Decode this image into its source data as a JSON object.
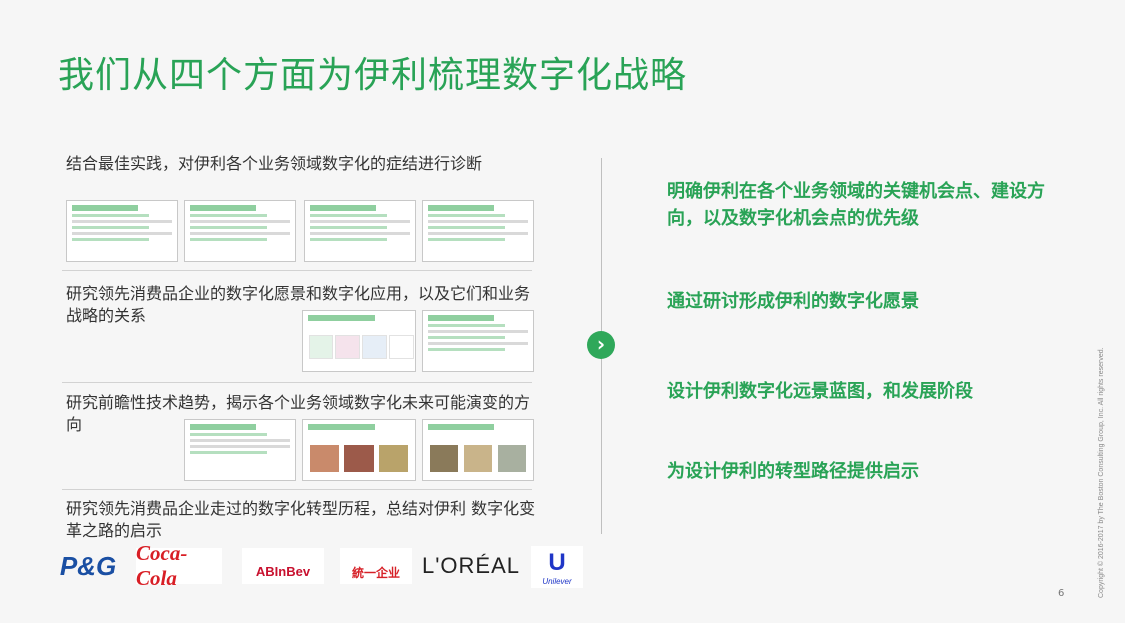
{
  "title": "我们从四个方面为伊利梳理数字化战略",
  "left_items": [
    "结合最佳实践，对伊利各个业务领域数字化的症结进行诊断",
    "研究领先消费品企业的数字化愿景和数字化应用，以及它们和业务战略的关系",
    "研究前瞻性技术趋势，揭示各个业务领域数字化未来可能演变的方向",
    "研究领先消费品企业走过的数字化转型历程，总结对伊利 数字化变革之路的启示"
  ],
  "arrow_icon": "chevron-right-icon",
  "right_items": [
    "明确伊利在各个业务领域的关键机会点、建设方向，以及数字化机会点的优先级",
    "通过研讨形成伊利的数字化愿景",
    "设计伊利数字化远景蓝图，和发展阶段",
    "为设计伊利的转型路径提供启示"
  ],
  "logos": {
    "pg": "P&G",
    "coke": "Coca-Cola",
    "abinbev": "ABInBev",
    "tongyi": "統一企业",
    "loreal": "L'ORÉAL",
    "unilever_mark": "U",
    "unilever": "Unilever"
  },
  "page_number": "6",
  "copyright": "Copyright © 2016-2017 by The Boston Consulting Group, Inc.  All rights reserved.",
  "colors": {
    "accent": "#29a356",
    "arrow": "#2fa85a"
  }
}
